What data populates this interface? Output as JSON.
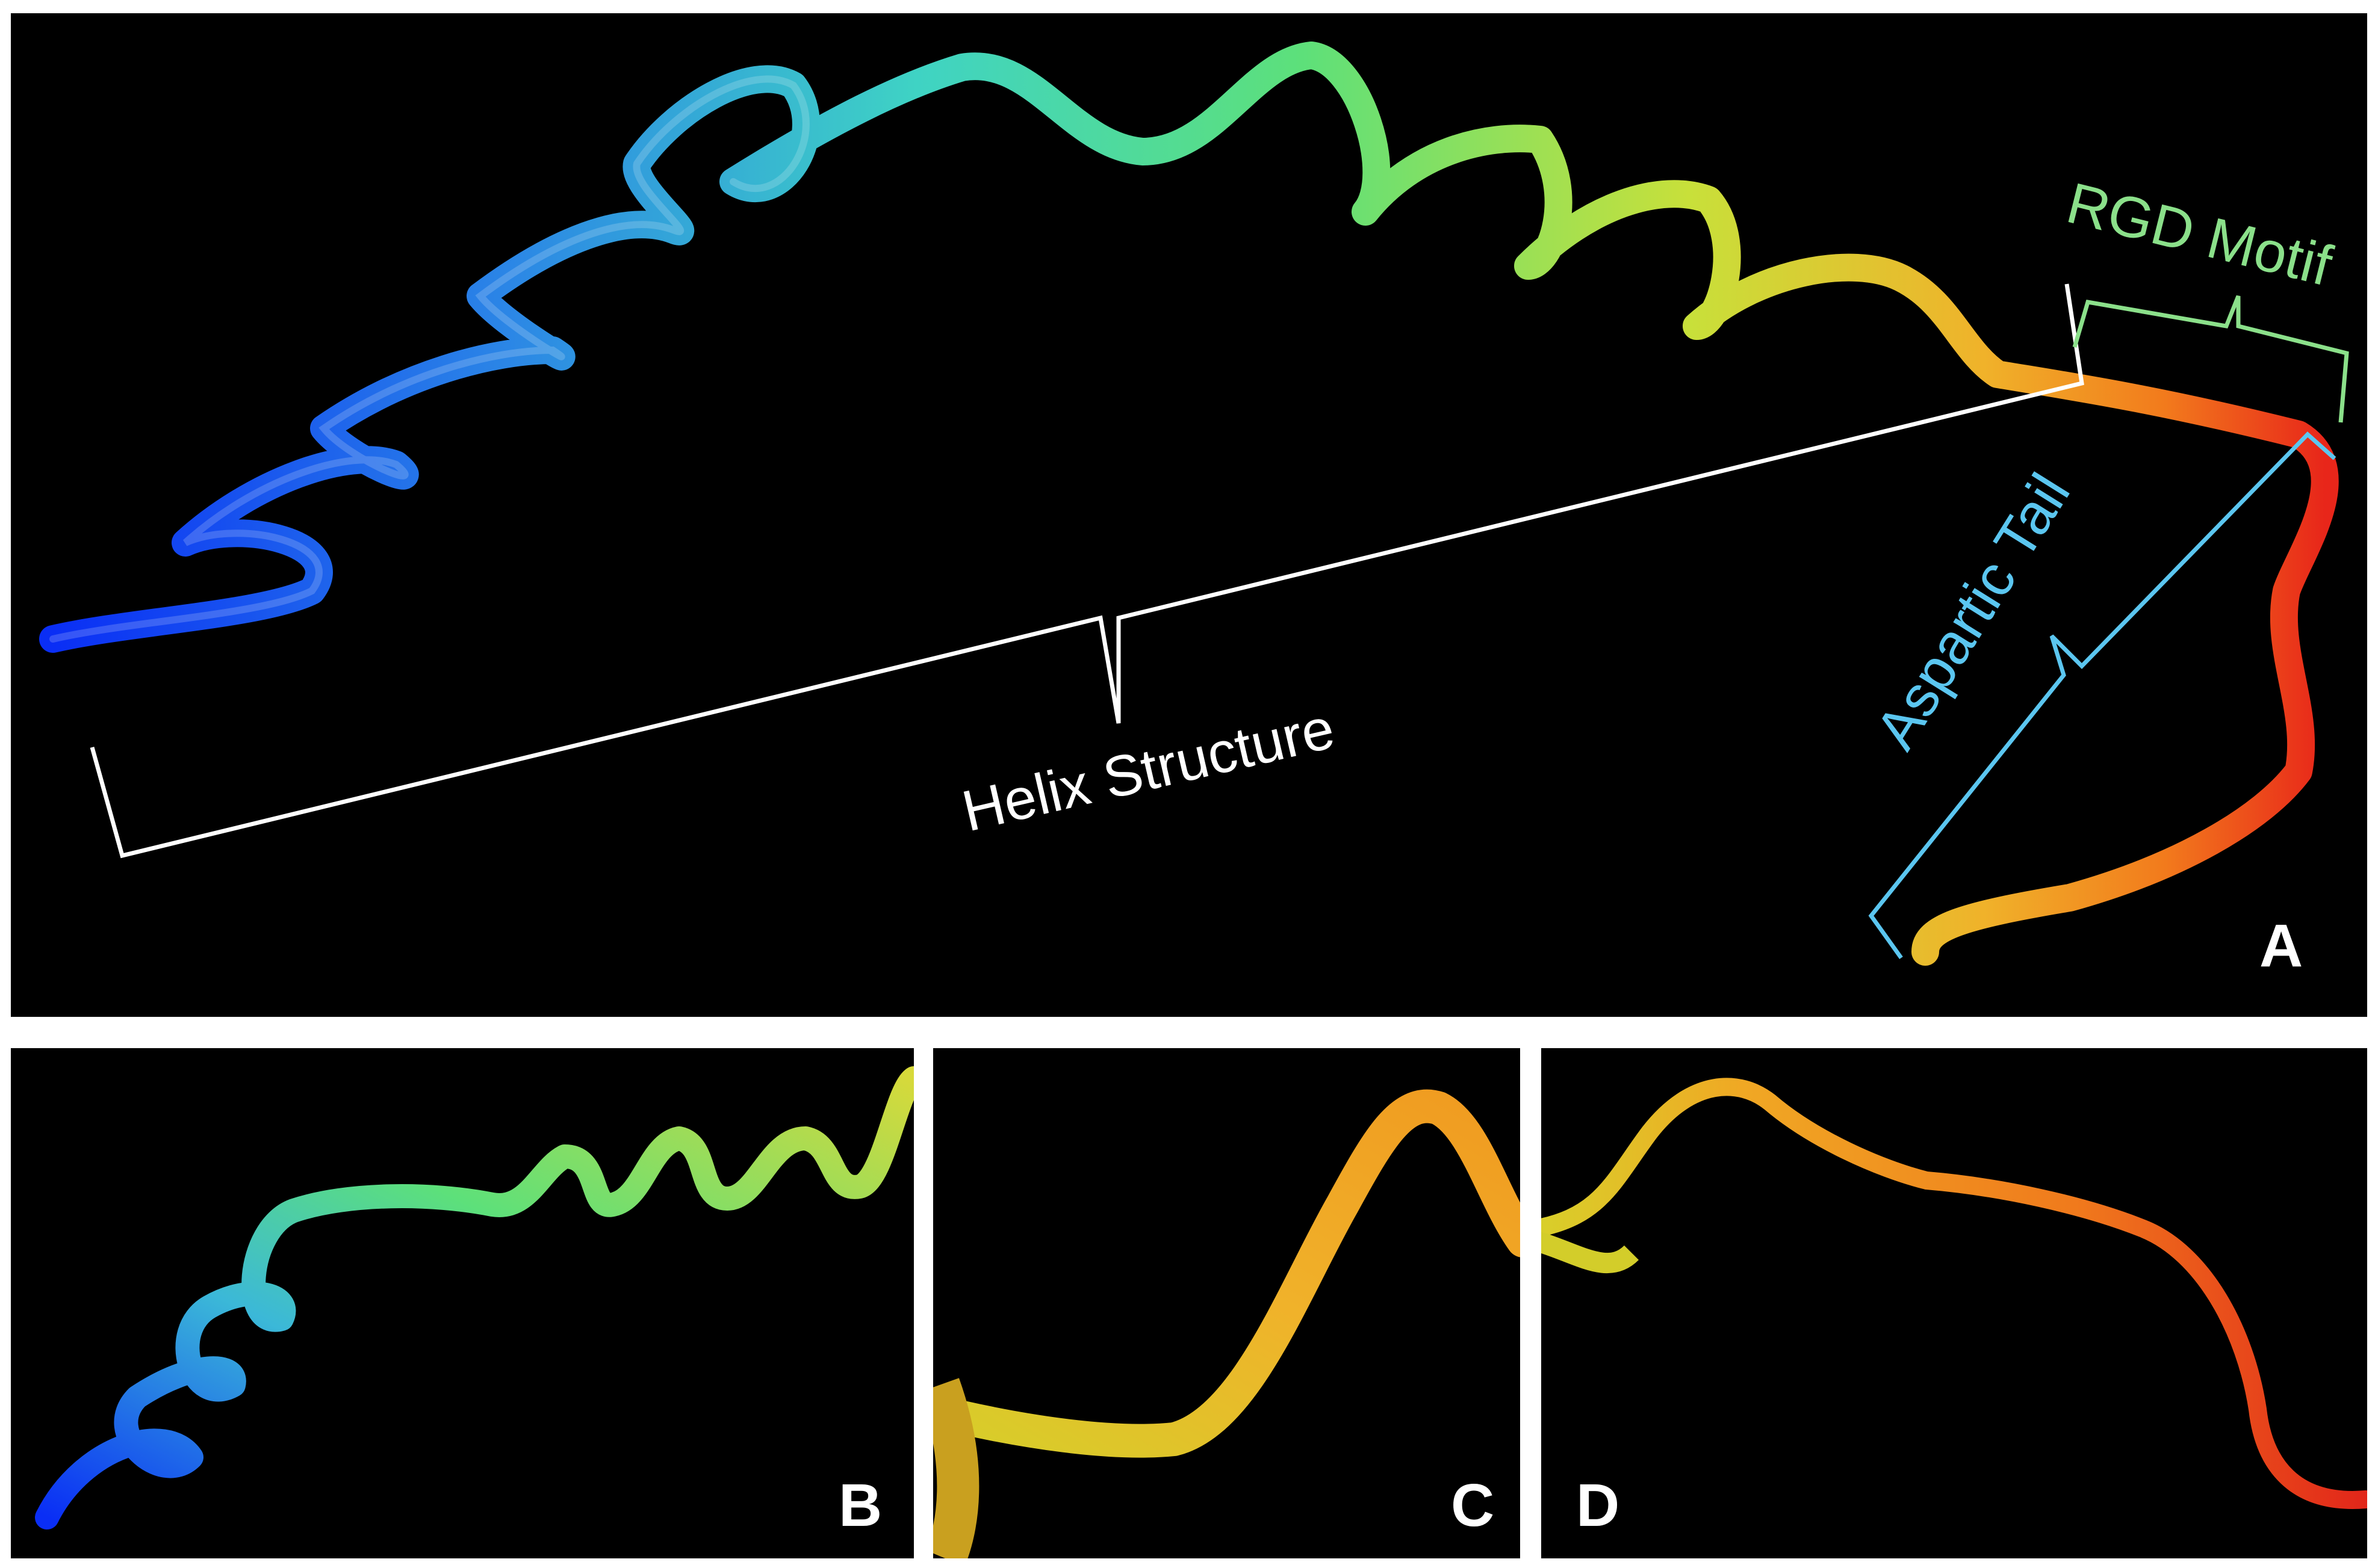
{
  "panels": {
    "a": {
      "letter": "A"
    },
    "b": {
      "letter": "B"
    },
    "c": {
      "letter": "C"
    },
    "d": {
      "letter": "D"
    }
  },
  "annotations": {
    "helix_structure": "Helix Structure",
    "rgd_motif": "RGD Motif",
    "aspartic_tail": "Aspartic Tail"
  },
  "colors": {
    "background": "#000000",
    "helix_label": "#ffffff",
    "rgd_label": "#8be08a",
    "aspartic_label": "#5bc6f0"
  }
}
